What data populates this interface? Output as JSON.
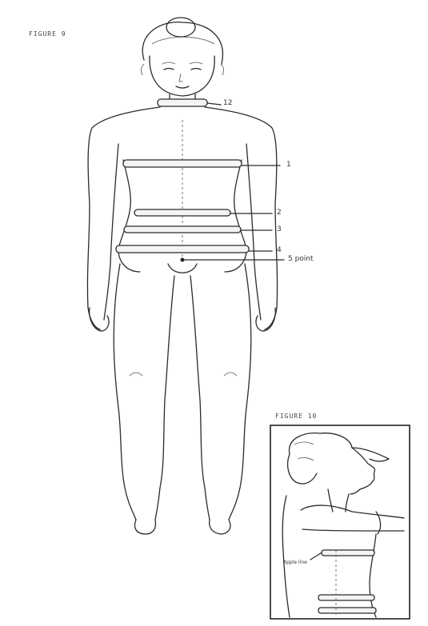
{
  "figure_9": {
    "title": "FIGURE 9",
    "labels": {
      "neck": "12",
      "bust": "1",
      "waist": "2",
      "upper_hip": "3",
      "hip": "4",
      "crotch_point": "5 point"
    }
  },
  "figure_10": {
    "title": "FIGURE 10",
    "label": "Apple line"
  }
}
